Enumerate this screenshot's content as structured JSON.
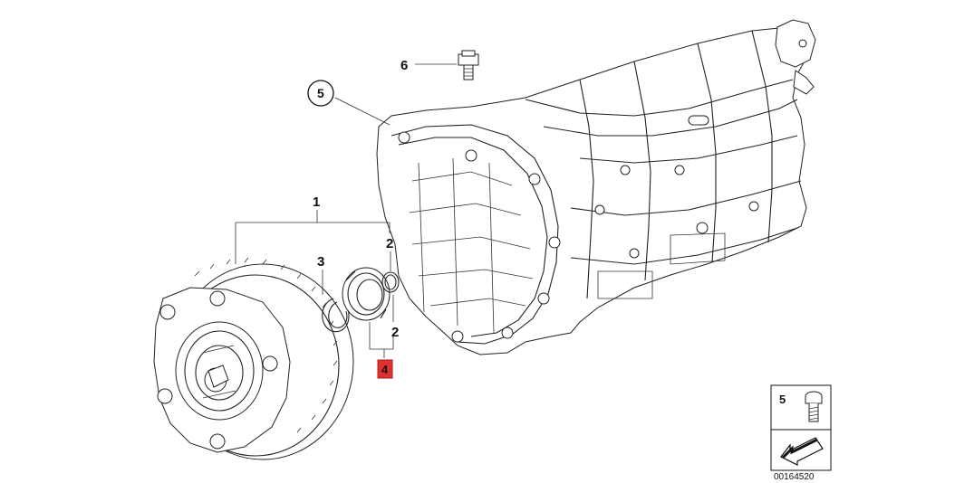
{
  "diagram": {
    "parts": [
      {
        "key": "p1",
        "number": "1"
      },
      {
        "key": "p2a",
        "number": "2"
      },
      {
        "key": "p2b",
        "number": "2"
      },
      {
        "key": "p3",
        "number": "3"
      },
      {
        "key": "p4",
        "number": "4",
        "highlighted": true
      },
      {
        "key": "p5",
        "number": "5",
        "circled": true
      },
      {
        "key": "p6",
        "number": "6"
      }
    ],
    "highlight_color": "#e03030",
    "legend": {
      "part_number": "5",
      "catalog_number": "00164520"
    }
  }
}
